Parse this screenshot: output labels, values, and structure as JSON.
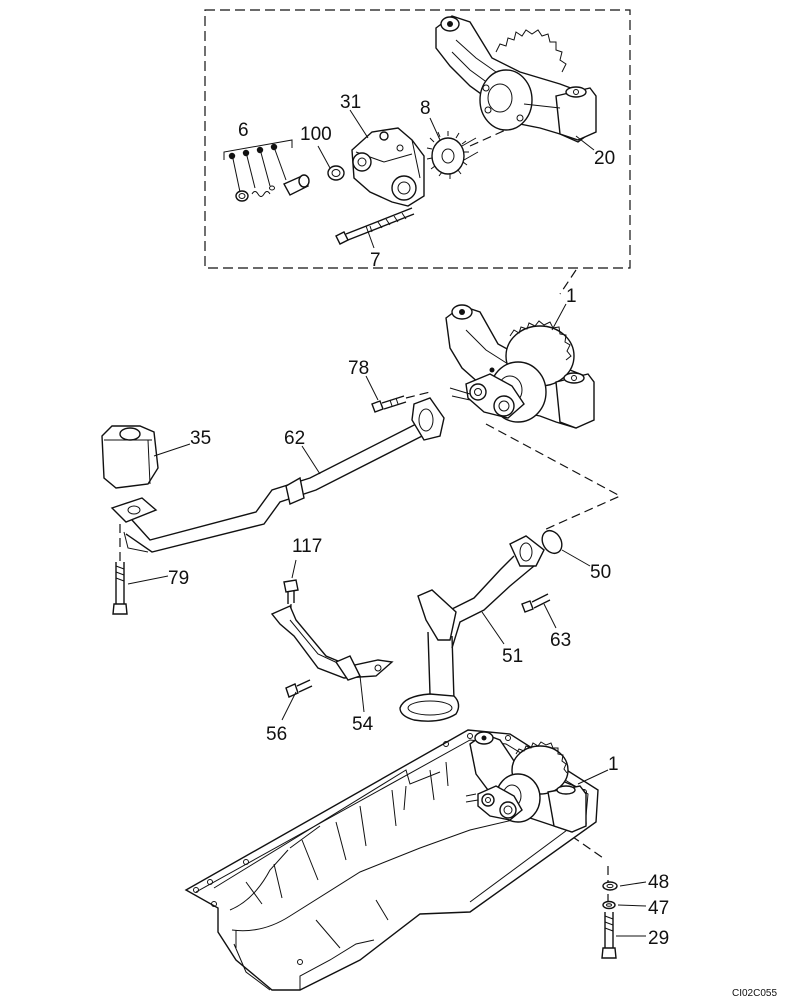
{
  "diagram": {
    "code": "CI02C055",
    "callouts": {
      "c6": "6",
      "c100": "100",
      "c31": "31",
      "c8": "8",
      "c20": "20",
      "c7": "7",
      "c1_top": "1",
      "c78": "78",
      "c35": "35",
      "c62": "62",
      "c117": "117",
      "c79": "79",
      "c50": "50",
      "c63": "63",
      "c51": "51",
      "c56": "56",
      "c54": "54",
      "c1_bottom": "1",
      "c48": "48",
      "c47": "47",
      "c29": "29"
    }
  }
}
